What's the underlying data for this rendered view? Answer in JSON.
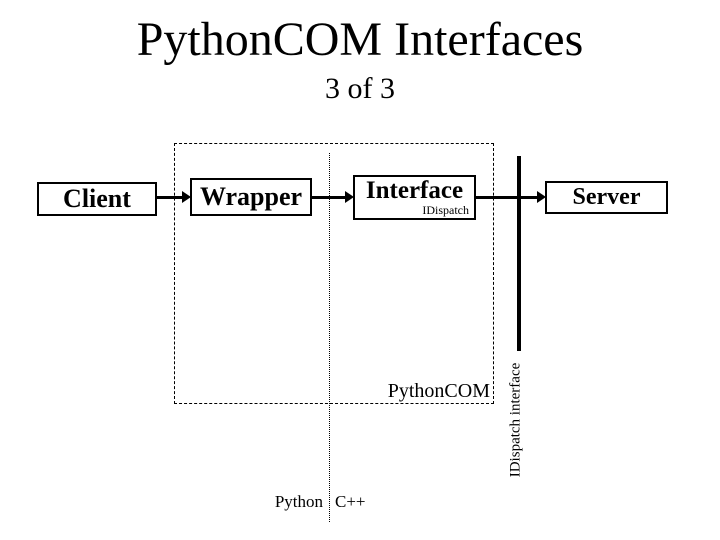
{
  "slide": {
    "title": "PythonCOM Interfaces",
    "subtitle": "3 of 3"
  },
  "nodes": {
    "client": "Client",
    "wrapper": "Wrapper",
    "interface": "Interface",
    "interface_sub": "IDispatch",
    "server": "Server"
  },
  "labels": {
    "pythoncom": "PythonCOM",
    "idispatch_interface": "IDispatch interface",
    "python": "Python",
    "cpp": "C++"
  },
  "colors": {
    "foreground": "#000000",
    "background": "#ffffff"
  }
}
